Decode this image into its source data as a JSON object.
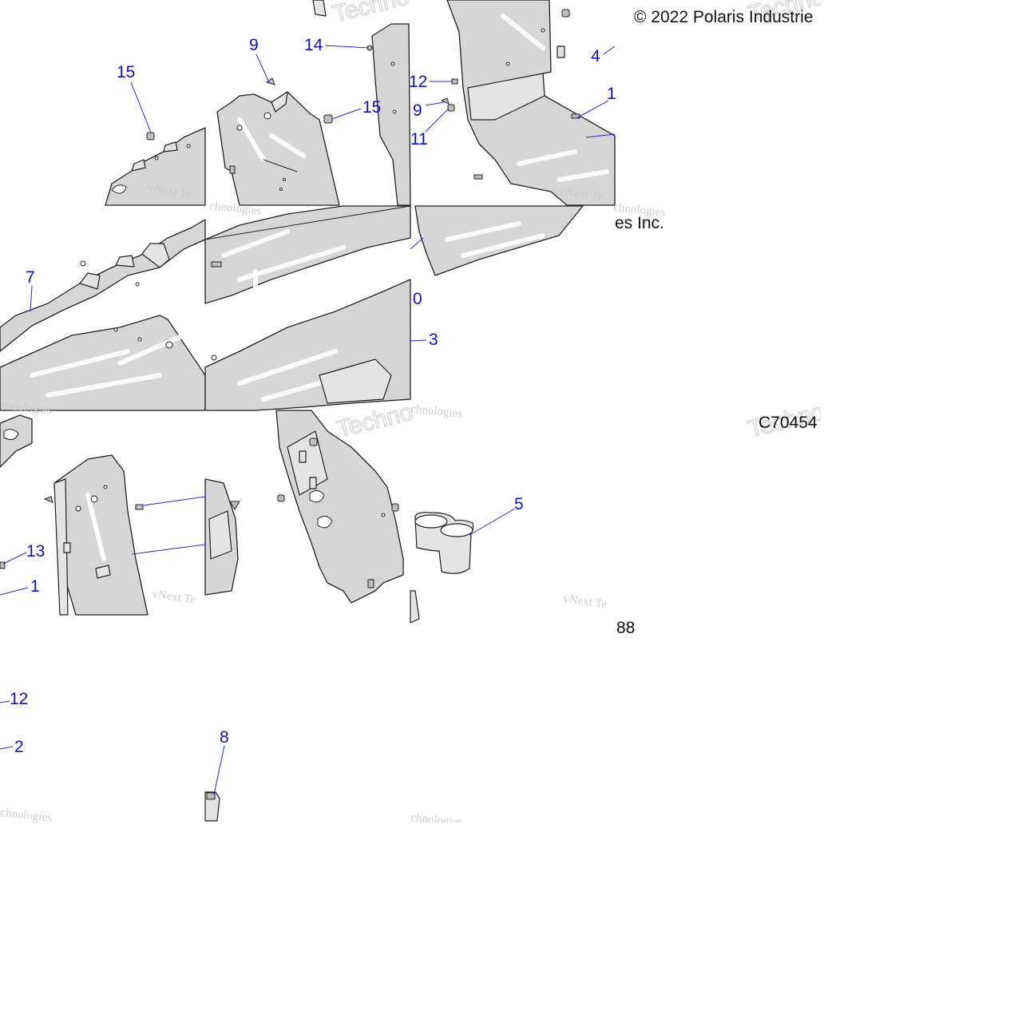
{
  "copyright": "© 2022 Polaris Industrie",
  "copyright_tail": "es Inc.",
  "diagram_code": "C70454",
  "page_fragment": "88",
  "watermark_text": "vNext Te",
  "watermark_text_2": "chnologies",
  "watermark_brand": "Techno",
  "callouts": {
    "c15a": "15",
    "c9a": "9",
    "c14": "14",
    "c15b": "15",
    "c4": "4",
    "c1a": "1",
    "c12a": "12",
    "c9b": "9",
    "c11": "11",
    "c7": "7",
    "c0": "0",
    "c3": "3",
    "c13": "13",
    "c1b": "1",
    "c5": "5",
    "c12b": "12",
    "c2": "2",
    "c8": "8"
  },
  "colors": {
    "callout_blue": "#1010d0",
    "part_fill": "#d6d6d6",
    "watermark_gray": "#c9c9c9"
  }
}
